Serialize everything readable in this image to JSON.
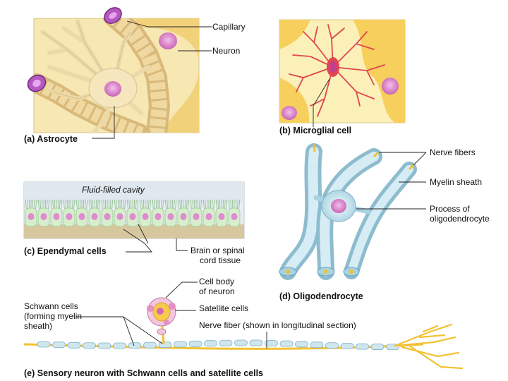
{
  "panels": {
    "a": {
      "caption": "(a) Astrocyte",
      "labels": {
        "capillary": "Capillary",
        "neuron": "Neuron"
      }
    },
    "b": {
      "caption": "(b) Microglial cell"
    },
    "c": {
      "caption": "(c) Ependymal cells",
      "labels": {
        "cavity": "Fluid-filled cavity",
        "tissue_1": "Brain or spinal",
        "tissue_2": "cord tissue"
      }
    },
    "d": {
      "caption": "(d) Oligodendrocyte",
      "labels": {
        "nerve_fibers": "Nerve fibers",
        "myelin_sheath": "Myelin sheath",
        "process_1": "Process of",
        "process_2": "oligodendrocyte"
      }
    },
    "e": {
      "caption": "(e) Sensory neuron with Schwann cells and satellite cells",
      "labels": {
        "cell_body_1": "Cell body",
        "cell_body_2": "of neuron",
        "satellite": "Satellite cells",
        "schwann_1": "Schwann cells",
        "schwann_2": "(forming myelin",
        "schwann_3": "sheath)",
        "nerve_fiber": "Nerve fiber (shown in longitudinal section)"
      }
    }
  },
  "colors": {
    "astro_bg": "#f6e7b3",
    "astro_cell": "#f3e3b6",
    "capillary_end": "#9b3fa8",
    "micro_bg": "#fbf0b8",
    "neuron_yellow": "#f7cf5c",
    "microglia": "#e0464f",
    "ependymal": "#d6eecb",
    "nucleus_pink": "#e08bd0",
    "fiber_blue": "#b9dbe8",
    "myelin_blue": "#cfe6ee",
    "axon_yellow": "#f2c232"
  }
}
